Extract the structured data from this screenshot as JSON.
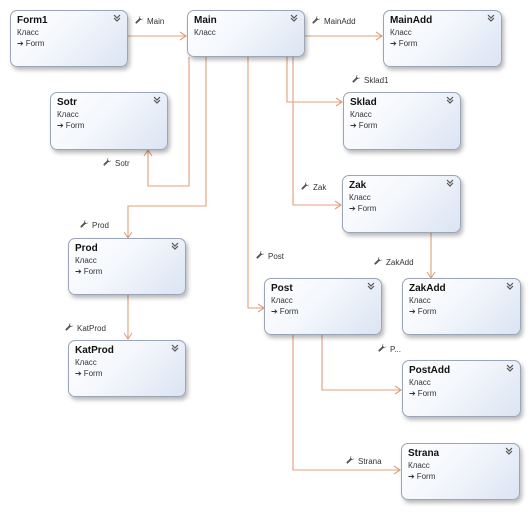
{
  "palette": {
    "connector": "#e0a07a",
    "border": "#9aa6b6",
    "fill_light": "#ffffff",
    "fill_dark": "#dbe4f3"
  },
  "classes": {
    "form1": {
      "name": "Form1",
      "stereotype": "Класс",
      "base": "Form"
    },
    "main": {
      "name": "Main",
      "stereotype": "Класс",
      "base": ""
    },
    "mainadd": {
      "name": "MainAdd",
      "stereotype": "Класс",
      "base": "Form"
    },
    "sotr": {
      "name": "Sotr",
      "stereotype": "Класс",
      "base": "Form"
    },
    "sklad": {
      "name": "Sklad",
      "stereotype": "Класс",
      "base": "Form"
    },
    "zak": {
      "name": "Zak",
      "stereotype": "Класс",
      "base": "Form"
    },
    "prod": {
      "name": "Prod",
      "stereotype": "Класс",
      "base": "Form"
    },
    "zakadd": {
      "name": "ZakAdd",
      "stereotype": "Класс",
      "base": "Form"
    },
    "post": {
      "name": "Post",
      "stereotype": "Класс",
      "base": "Form"
    },
    "katprod": {
      "name": "KatProd",
      "stereotype": "Класс",
      "base": "Form"
    },
    "postadd": {
      "name": "PostAdd",
      "stereotype": "Класс",
      "base": "Form"
    },
    "strana": {
      "name": "Strana",
      "stereotype": "Класс",
      "base": "Form"
    }
  },
  "associations": {
    "main": "Main",
    "mainadd": "MainAdd",
    "sklad1": "Sklad1",
    "sotr": "Sotr",
    "zak": "Zak",
    "prod": "Prod",
    "post": "Post",
    "zakadd": "ZakAdd",
    "katprod": "KatProd",
    "postadd": "P...",
    "strana": "Strana"
  },
  "icons": {
    "collapse": "chevron-down-icon",
    "property": "wrench-icon",
    "inherit": "arrow-right-icon"
  }
}
